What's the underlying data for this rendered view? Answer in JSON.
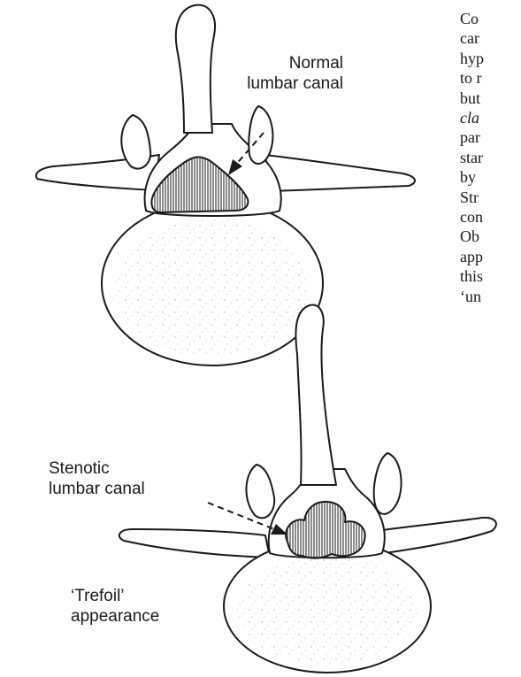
{
  "labels": {
    "normal_line1": "Normal",
    "normal_line2": "lumbar canal",
    "stenotic_line1": "Stenotic",
    "stenotic_line2": "lumbar canal",
    "trefoil_line1": "‘Trefoil’",
    "trefoil_line2": "appearance"
  },
  "side_text": {
    "lines": [
      "Co",
      "car",
      "hyp",
      "to r",
      "but",
      "cla",
      "par",
      "star",
      "by",
      "Str",
      "con",
      "Ob",
      "app",
      "this",
      "‘un"
    ]
  },
  "colors": {
    "ink": "#1a1a1a",
    "background": "#ffffff"
  }
}
